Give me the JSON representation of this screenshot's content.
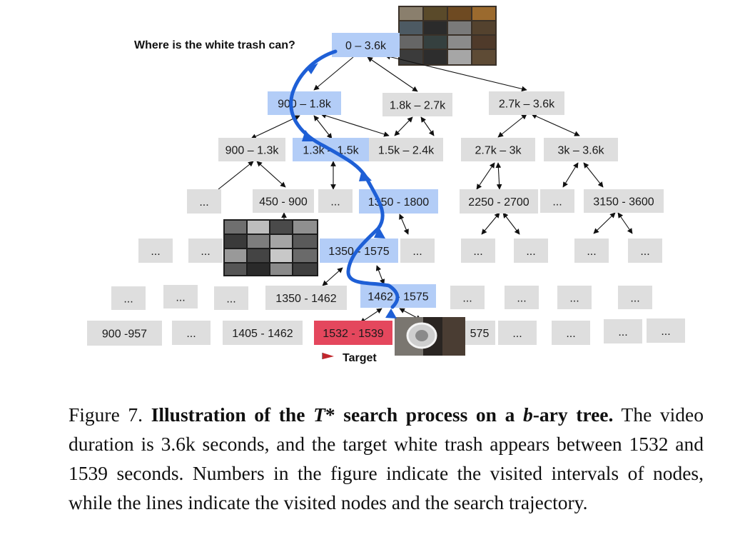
{
  "question": "Where is the white trash can?",
  "target_label": "Target",
  "nodes": {
    "root": "0 – 3.6k",
    "l1": [
      "900 – 1.8k",
      "1.8k – 2.7k",
      "2.7k – 3.6k"
    ],
    "l2": [
      "900 – 1.3k",
      "1.3k – 1.5k",
      "1.5k – 2.4k",
      "2.7k – 3k",
      "3k – 3.6k"
    ],
    "l3": [
      "...",
      "450 - 900",
      "...",
      "1350 - 1800",
      "2250 - 2700",
      "...",
      "3150 - 3600"
    ],
    "l4": [
      "...",
      "...",
      "1350 - 1575",
      "...",
      "...",
      "...",
      "...",
      "..."
    ],
    "l5": [
      "...",
      "...",
      "...",
      "1350 - 1462",
      "1462 - 1575",
      "...",
      "...",
      "...",
      "..."
    ],
    "l6": [
      "900 -957",
      "...",
      "1405 - 1462",
      "1532 - 1539",
      "575",
      "...",
      "...",
      "...",
      "..."
    ]
  },
  "colors": {
    "gray_node": "#dedede",
    "visited_node": "#b3cdf7",
    "target_node": "#e4475d",
    "trajectory": "#1e5fd6",
    "flag": "#c1272d"
  },
  "caption": {
    "figure_label": "Figure 7.",
    "bold_pre": "Illustration of the",
    "bold_t": "T",
    "bold_post": "* search process on a",
    "bold_b": "b",
    "bold_end": "-ary tree.",
    "body": "The video duration is 3.6k seconds, and the target white trash appears between 1532 and 1539 seconds. Numbers in the figure indicate the visited intervals of nodes, while the lines indicate the visited nodes and the search trajectory."
  }
}
